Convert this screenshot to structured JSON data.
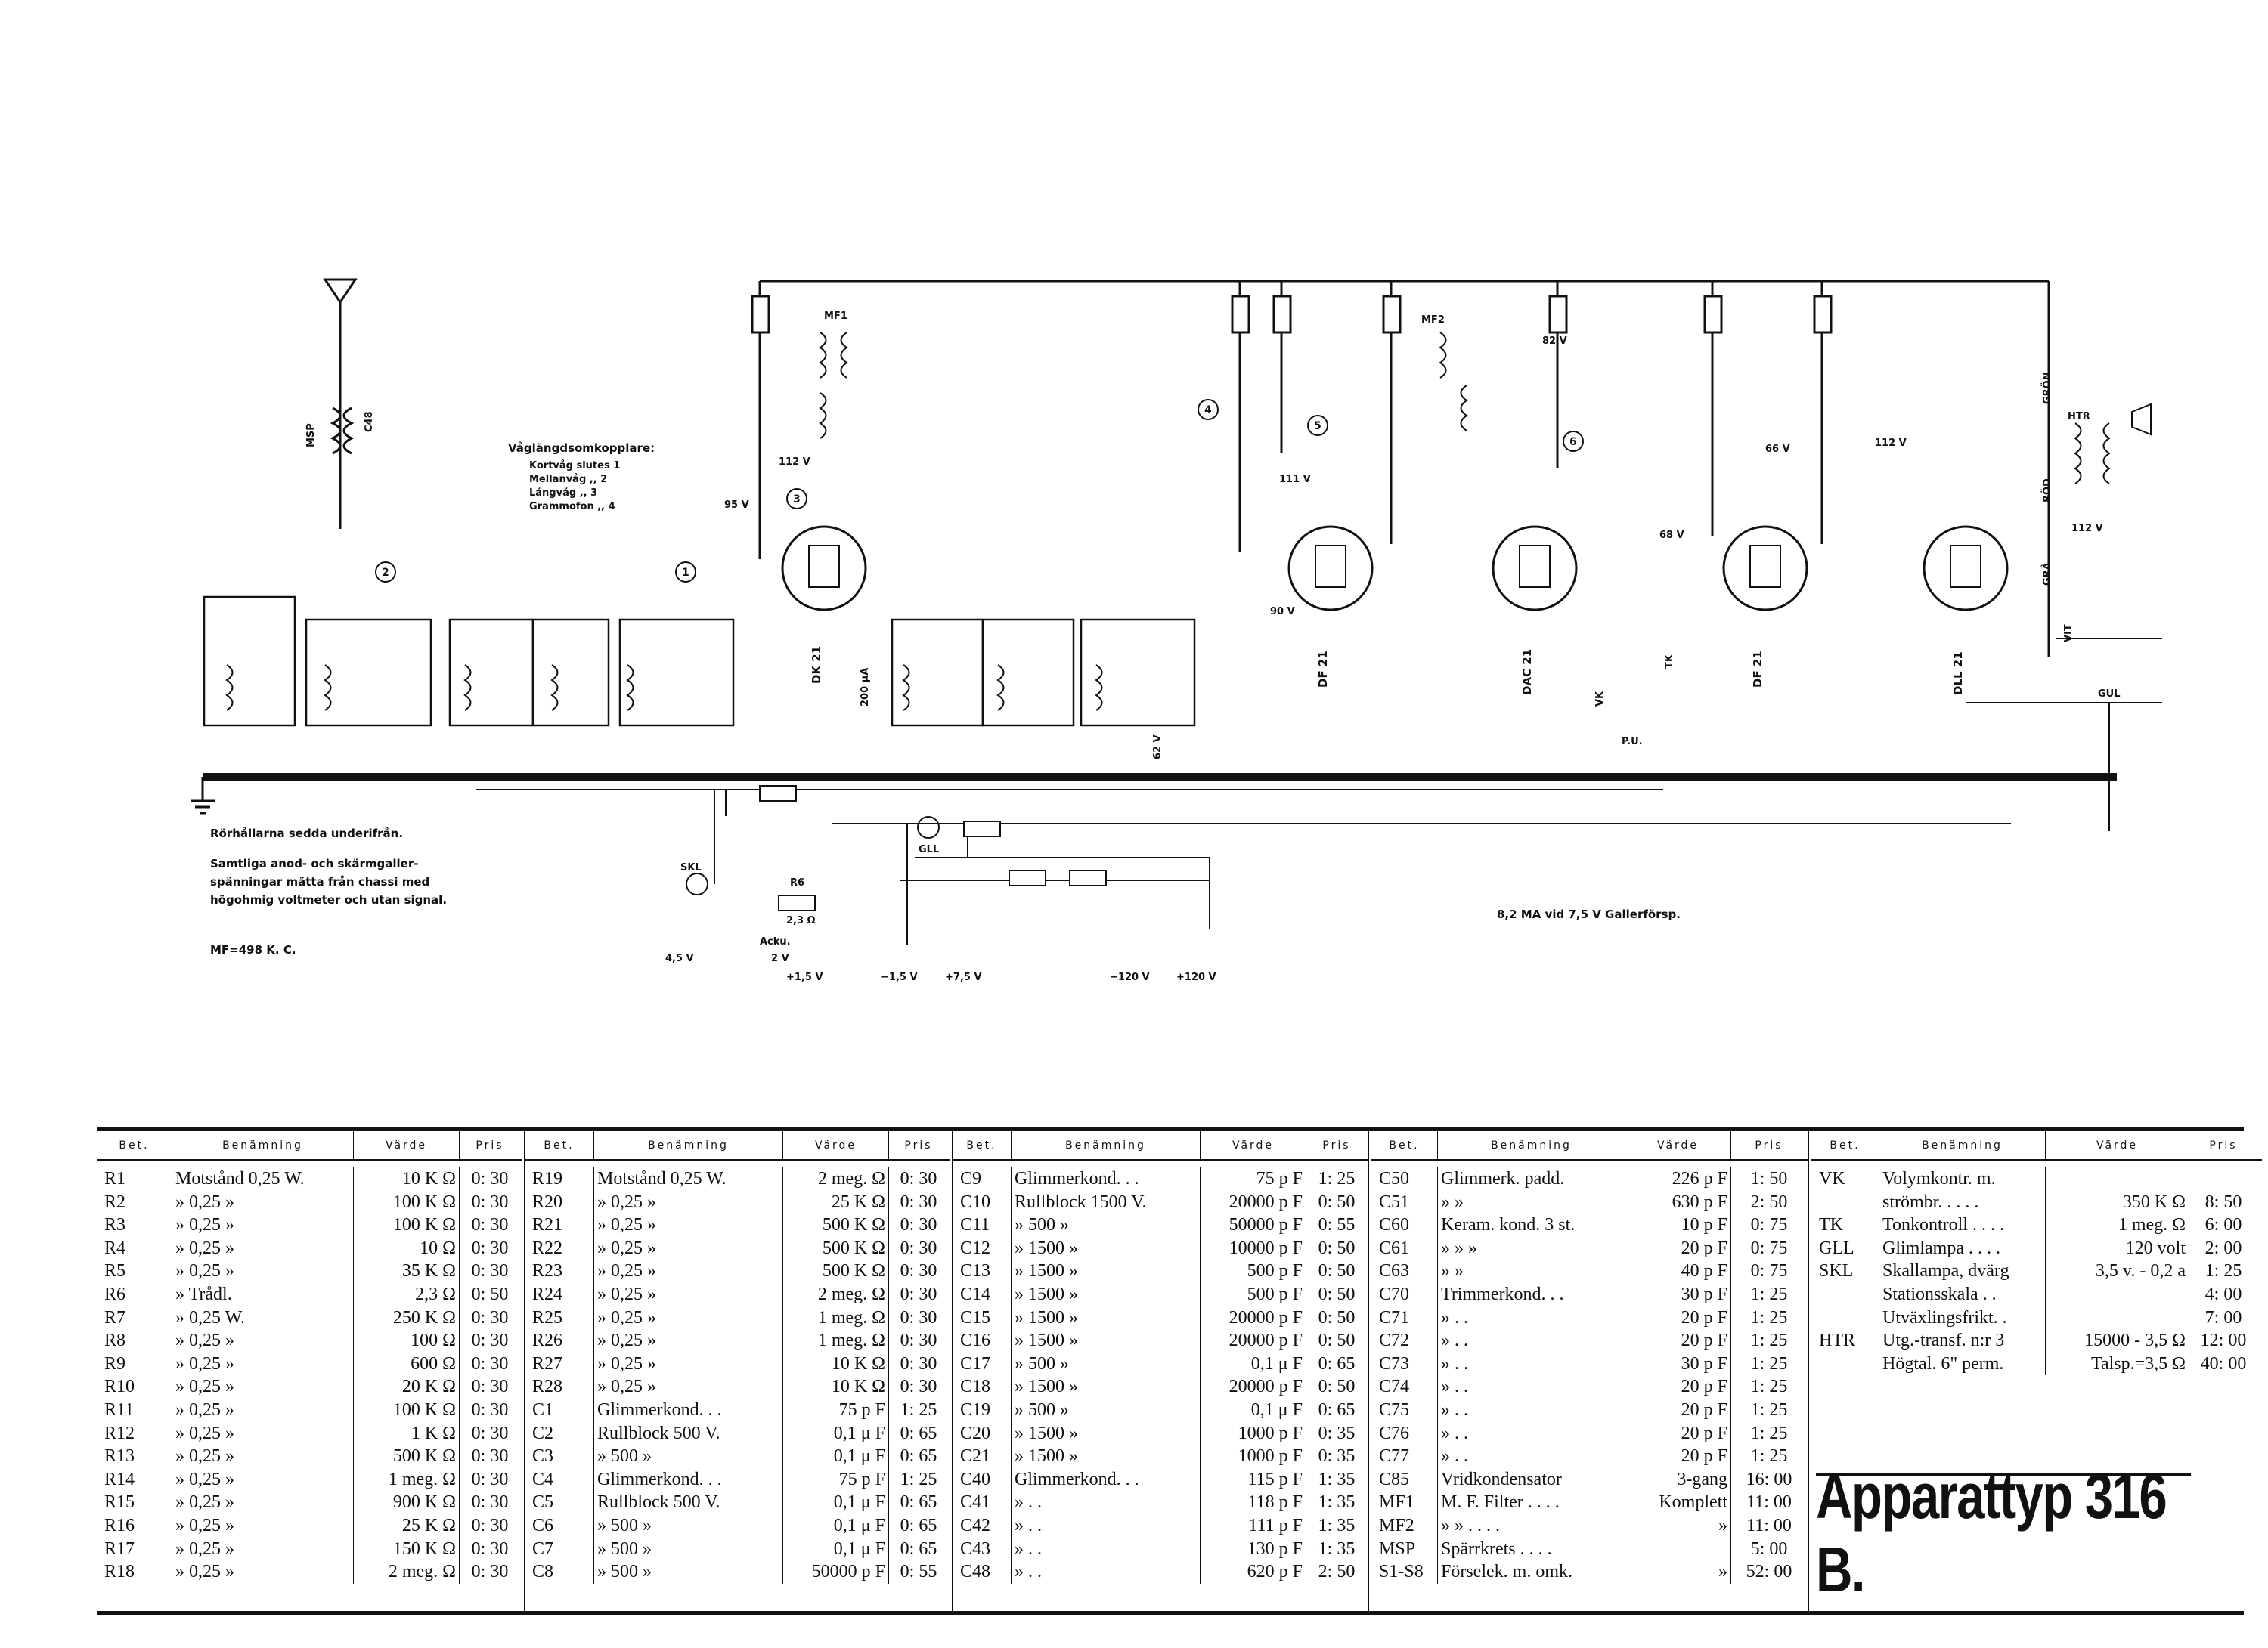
{
  "schematic": {
    "switch_title": "Våglängdsomkopplare:",
    "switch_positions": [
      "Kortvåg    slutes 1",
      "Mellanvåg   ,,   2",
      "Långvåg      ,,   3",
      "Grammofon  ,,   4"
    ],
    "tubes": [
      "DK 21",
      "DF 21",
      "DAC 21",
      "DF 21",
      "DLL 21"
    ],
    "voltages": [
      "95 V",
      "112 V",
      "111 V",
      "90 V",
      "82 V",
      "66 V",
      "112 V",
      "68 V",
      "112 V",
      "62 V"
    ],
    "misc_labels": [
      "MSP",
      "C48",
      "MF1",
      "MF2",
      "HTR",
      "GRÖN",
      "RÖD",
      "GRÅ",
      "VIT",
      "GUL",
      "200 μA",
      "VK",
      "TK",
      "P.U.",
      "GLL",
      "SKL",
      "R6",
      "2,3 Ω",
      "Acku.",
      "2 V",
      "4,5 V",
      "+",
      "−",
      "+1,5 V",
      "−1,5 V",
      "+7,5 V",
      "−120 V",
      "+120 V"
    ],
    "notes": [
      "Rörhållarna sedda underifrån.",
      "Samtliga anod- och skärmgaller-",
      "spänningar mätta från chassi med",
      "högohmig voltmeter och utan signal.",
      "MF=498 K. C."
    ],
    "bias_note": "8,2 MA vid 7,5 V Gallerförsp.",
    "circle_nums": [
      "1",
      "2",
      "3",
      "4",
      "5",
      "6"
    ]
  },
  "table": {
    "headers": {
      "bet": "Bet.",
      "ben": "Benämning",
      "var": "Värde",
      "pri": "Pris"
    },
    "blocks": [
      {
        "rows": [
          [
            "R1",
            "Motstånd 0,25 W.",
            "10 K Ω",
            "0: 30"
          ],
          [
            "R2",
            "»      0,25 »",
            "100 K Ω",
            "0: 30"
          ],
          [
            "R3",
            "»      0,25 »",
            "100 K Ω",
            "0: 30"
          ],
          [
            "R4",
            "»      0,25 »",
            "10 Ω",
            "0: 30"
          ],
          [
            "R5",
            "»      0,25 »",
            "35 K Ω",
            "0: 30"
          ],
          [
            "R6",
            "»      Trådl.",
            "2,3 Ω",
            "0: 50"
          ],
          [
            "R7",
            "»      0,25 W.",
            "250 K Ω",
            "0: 30"
          ],
          [
            "R8",
            "»      0,25 »",
            "100 Ω",
            "0: 30"
          ],
          [
            "R9",
            "»      0,25 »",
            "600 Ω",
            "0: 30"
          ],
          [
            "R10",
            "»      0,25 »",
            "20 K Ω",
            "0: 30"
          ],
          [
            "R11",
            "»      0,25 »",
            "100 K Ω",
            "0: 30"
          ],
          [
            "R12",
            "»      0,25 »",
            "1 K Ω",
            "0: 30"
          ],
          [
            "R13",
            "»      0,25 »",
            "500 K Ω",
            "0: 30"
          ],
          [
            "R14",
            "»      0,25 »",
            "1 meg. Ω",
            "0: 30"
          ],
          [
            "R15",
            "»      0,25 »",
            "900 K Ω",
            "0: 30"
          ],
          [
            "R16",
            "»      0,25 »",
            "25 K Ω",
            "0: 30"
          ],
          [
            "R17",
            "»      0,25 »",
            "150 K Ω",
            "0: 30"
          ],
          [
            "R18",
            "»      0,25 »",
            "2 meg. Ω",
            "0: 30"
          ]
        ]
      },
      {
        "rows": [
          [
            "R19",
            "Motstånd 0,25 W.",
            "2 meg. Ω",
            "0: 30"
          ],
          [
            "R20",
            "»      0,25 »",
            "25 K Ω",
            "0: 30"
          ],
          [
            "R21",
            "»      0,25 »",
            "500 K Ω",
            "0: 30"
          ],
          [
            "R22",
            "»      0,25 »",
            "500 K Ω",
            "0: 30"
          ],
          [
            "R23",
            "»      0,25 »",
            "500 K Ω",
            "0: 30"
          ],
          [
            "R24",
            "»      0,25 »",
            "2 meg. Ω",
            "0: 30"
          ],
          [
            "R25",
            "»      0,25 »",
            "1 meg. Ω",
            "0: 30"
          ],
          [
            "R26",
            "»      0,25 »",
            "1 meg. Ω",
            "0: 30"
          ],
          [
            "R27",
            "»      0,25 »",
            "10 K Ω",
            "0: 30"
          ],
          [
            "R28",
            "»      0,25 »",
            "10 K Ω",
            "0: 30"
          ],
          [
            "C1",
            "Glimmerkond. . .",
            "75 p F",
            "1: 25"
          ],
          [
            "C2",
            "Rullblock 500 V.",
            "0,1 μ F",
            "0: 65"
          ],
          [
            "C3",
            "»      500 »",
            "0,1 μ F",
            "0: 65"
          ],
          [
            "C4",
            "Glimmerkond. . .",
            "75 p F",
            "1: 25"
          ],
          [
            "C5",
            "Rullblock 500 V.",
            "0,1 μ F",
            "0: 65"
          ],
          [
            "C6",
            "»      500 »",
            "0,1 μ F",
            "0: 65"
          ],
          [
            "C7",
            "»      500 »",
            "0,1 μ F",
            "0: 65"
          ],
          [
            "C8",
            "»      500 »",
            "50000 p F",
            "0: 55"
          ]
        ]
      },
      {
        "rows": [
          [
            "C9",
            "Glimmerkond. . .",
            "75 p F",
            "1: 25"
          ],
          [
            "C10",
            "Rullblock 1500 V.",
            "20000 p F",
            "0: 50"
          ],
          [
            "C11",
            "»      500 »",
            "50000 p F",
            "0: 55"
          ],
          [
            "C12",
            "»      1500 »",
            "10000 p F",
            "0: 50"
          ],
          [
            "C13",
            "»      1500 »",
            "500 p F",
            "0: 50"
          ],
          [
            "C14",
            "»      1500 »",
            "500 p F",
            "0: 50"
          ],
          [
            "C15",
            "»      1500 »",
            "20000 p F",
            "0: 50"
          ],
          [
            "C16",
            "»      1500 »",
            "20000 p F",
            "0: 50"
          ],
          [
            "C17",
            "»      500 »",
            "0,1 μ F",
            "0: 65"
          ],
          [
            "C18",
            "»      1500 »",
            "20000 p F",
            "0: 50"
          ],
          [
            "C19",
            "»      500 »",
            "0,1 μ F",
            "0: 65"
          ],
          [
            "C20",
            "»      1500 »",
            "1000 p F",
            "0: 35"
          ],
          [
            "C21",
            "»      1500 »",
            "1000 p F",
            "0: 35"
          ],
          [
            "C40",
            "Glimmerkond. . .",
            "115 p F",
            "1: 35"
          ],
          [
            "C41",
            "»      . .",
            "118 p F",
            "1: 35"
          ],
          [
            "C42",
            "»      . .",
            "111 p F",
            "1: 35"
          ],
          [
            "C43",
            "»      . .",
            "130 p F",
            "1: 35"
          ],
          [
            "C48",
            "»      . .",
            "620 p F",
            "2: 50"
          ]
        ]
      },
      {
        "rows": [
          [
            "C50",
            "Glimmerk. padd.",
            "226 p F",
            "1: 50"
          ],
          [
            "C51",
            "»      »",
            "630 p F",
            "2: 50"
          ],
          [
            "C60",
            "Keram. kond. 3 st.",
            "10 p F",
            "0: 75"
          ],
          [
            "C61",
            "»      »  »",
            "20 p F",
            "0: 75"
          ],
          [
            "C63",
            "»      »",
            "40 p F",
            "0: 75"
          ],
          [
            "C70",
            "Trimmerkond. . .",
            "30 p F",
            "1: 25"
          ],
          [
            "C71",
            "»      . .",
            "20 p F",
            "1: 25"
          ],
          [
            "C72",
            "»      . .",
            "20 p F",
            "1: 25"
          ],
          [
            "C73",
            "»      . .",
            "30 p F",
            "1: 25"
          ],
          [
            "C74",
            "»      . .",
            "20 p F",
            "1: 25"
          ],
          [
            "C75",
            "»      . .",
            "20 p F",
            "1: 25"
          ],
          [
            "C76",
            "»      . .",
            "20 p F",
            "1: 25"
          ],
          [
            "C77",
            "»      . .",
            "20 p F",
            "1: 25"
          ],
          [
            "C85",
            "Vridkondensator",
            "3-gang",
            "16: 00"
          ],
          [
            "MF1",
            "M. F. Filter . . . .",
            "Komplett",
            "11: 00"
          ],
          [
            "MF2",
            "»      » . . . .",
            "»",
            "11: 00"
          ],
          [
            "MSP",
            "Spärrkrets . . . .",
            "",
            "5: 00"
          ],
          [
            "S1-S8",
            "Förselek. m. omk.",
            "»",
            "52: 00"
          ]
        ]
      },
      {
        "rows": [
          [
            "VK",
            "Volymkontr. m.",
            "",
            ""
          ],
          [
            "",
            "strömbr. . . . .",
            "350 K Ω",
            "8: 50"
          ],
          [
            "TK",
            "Tonkontroll . . . .",
            "1 meg. Ω",
            "6: 00"
          ],
          [
            "GLL",
            "Glimlampa . . . .",
            "120 volt",
            "2: 00"
          ],
          [
            "SKL",
            "Skallampa, dvärg",
            "3,5 v. - 0,2 a",
            "1: 25"
          ],
          [
            "",
            "Stationsskala . .",
            "",
            "4: 00"
          ],
          [
            "",
            "Utväxlingsfrikt. .",
            "",
            "7: 00"
          ],
          [
            "HTR",
            "Utg.-transf. n:r 3",
            "15000 - 3,5 Ω",
            "12: 00"
          ],
          [
            "",
            "Högtal. 6\" perm.",
            "Talsp.=3,5 Ω",
            "40: 00"
          ]
        ]
      }
    ]
  },
  "apparattyp": "Apparattyp 316 B."
}
